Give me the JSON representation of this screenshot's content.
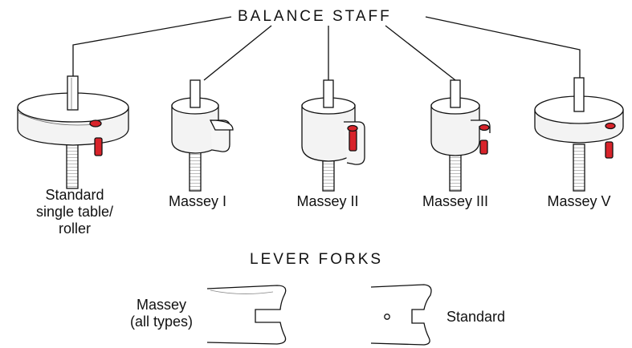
{
  "heading": "BALANCE STAFF",
  "rollers": [
    {
      "label_lines": [
        "Standard",
        "single table/",
        "roller"
      ]
    },
    {
      "label_lines": [
        "Massey I"
      ]
    },
    {
      "label_lines": [
        "Massey II"
      ]
    },
    {
      "label_lines": [
        "Massey III"
      ]
    },
    {
      "label_lines": [
        "Massey V"
      ]
    }
  ],
  "forks_heading": "LEVER FORKS",
  "forks": [
    {
      "label_lines": [
        "Massey",
        "(all types)"
      ]
    },
    {
      "label_lines": [
        "Standard"
      ]
    }
  ],
  "colors": {
    "jewel": "#d8232a",
    "ink": "#111111",
    "shade": "#e9e9e9"
  }
}
